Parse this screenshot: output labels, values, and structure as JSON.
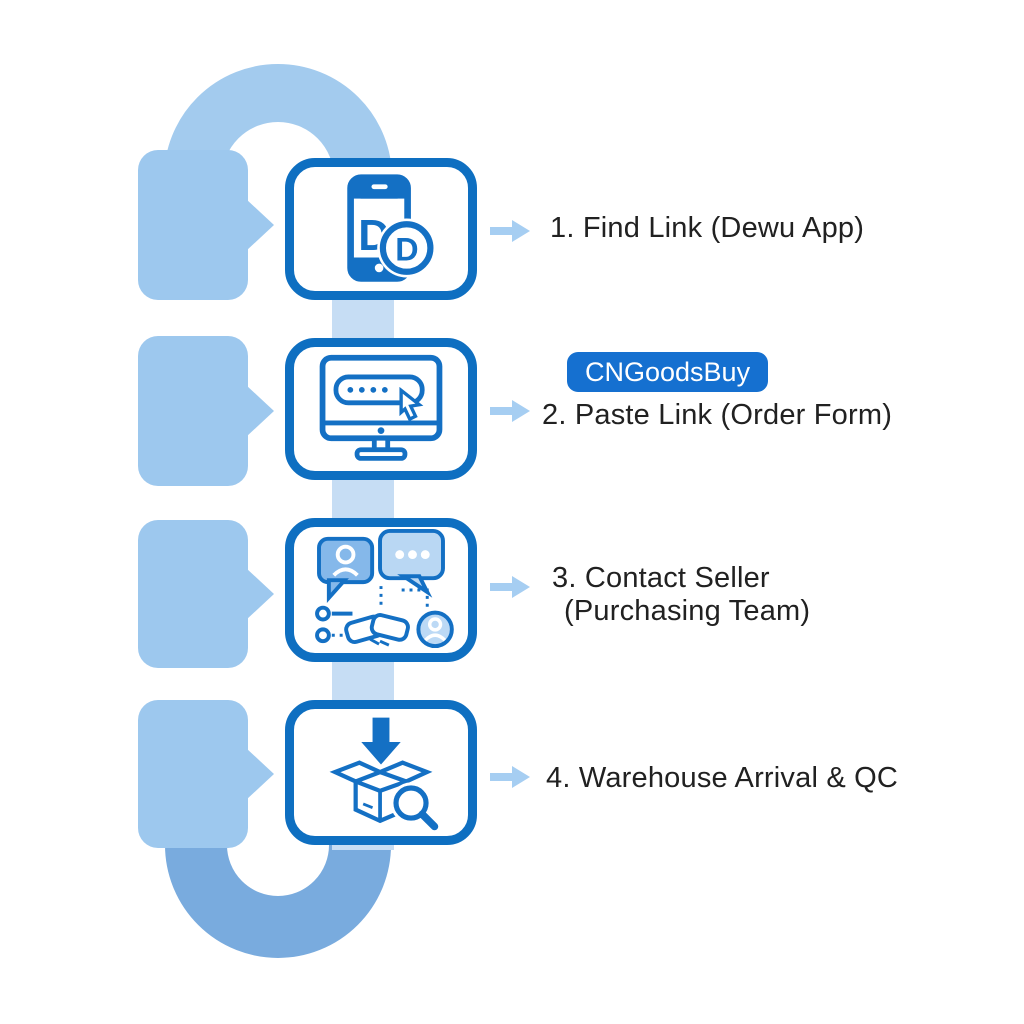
{
  "colors": {
    "track_shape": "#9dc8ee",
    "track_arc_top": "#a3cbee",
    "track_arc_bottom": "#79abde",
    "track_band": "#c6ddf4",
    "box_border": "#0e6fc1",
    "icon_blue": "#1470c4",
    "bubble_dark": "#85b8ea",
    "bubble_light": "#b9d7f3",
    "person_fill": "#bcd9f5",
    "badge_bg": "#1570d0",
    "badge_text": "#ffffff",
    "label_arrow": "#a6cef2",
    "text_color": "#212121"
  },
  "flow": {
    "badge_label": "CNGoodsBuy",
    "steps": [
      {
        "icon": "phone-dewu-icon",
        "phone_letter": "D",
        "coin_letter": "D",
        "lines": [
          "1. Find Link (Dewu App)"
        ]
      },
      {
        "icon": "monitor-paste-link-icon",
        "lines": [
          "2. Paste Link (Order Form)"
        ]
      },
      {
        "icon": "chat-handshake-icon",
        "lines": [
          "3. Contact Seller",
          "(Purchasing Team)"
        ]
      },
      {
        "icon": "box-inspection-icon",
        "lines": [
          "4. Warehouse Arrival & QC"
        ]
      }
    ]
  }
}
